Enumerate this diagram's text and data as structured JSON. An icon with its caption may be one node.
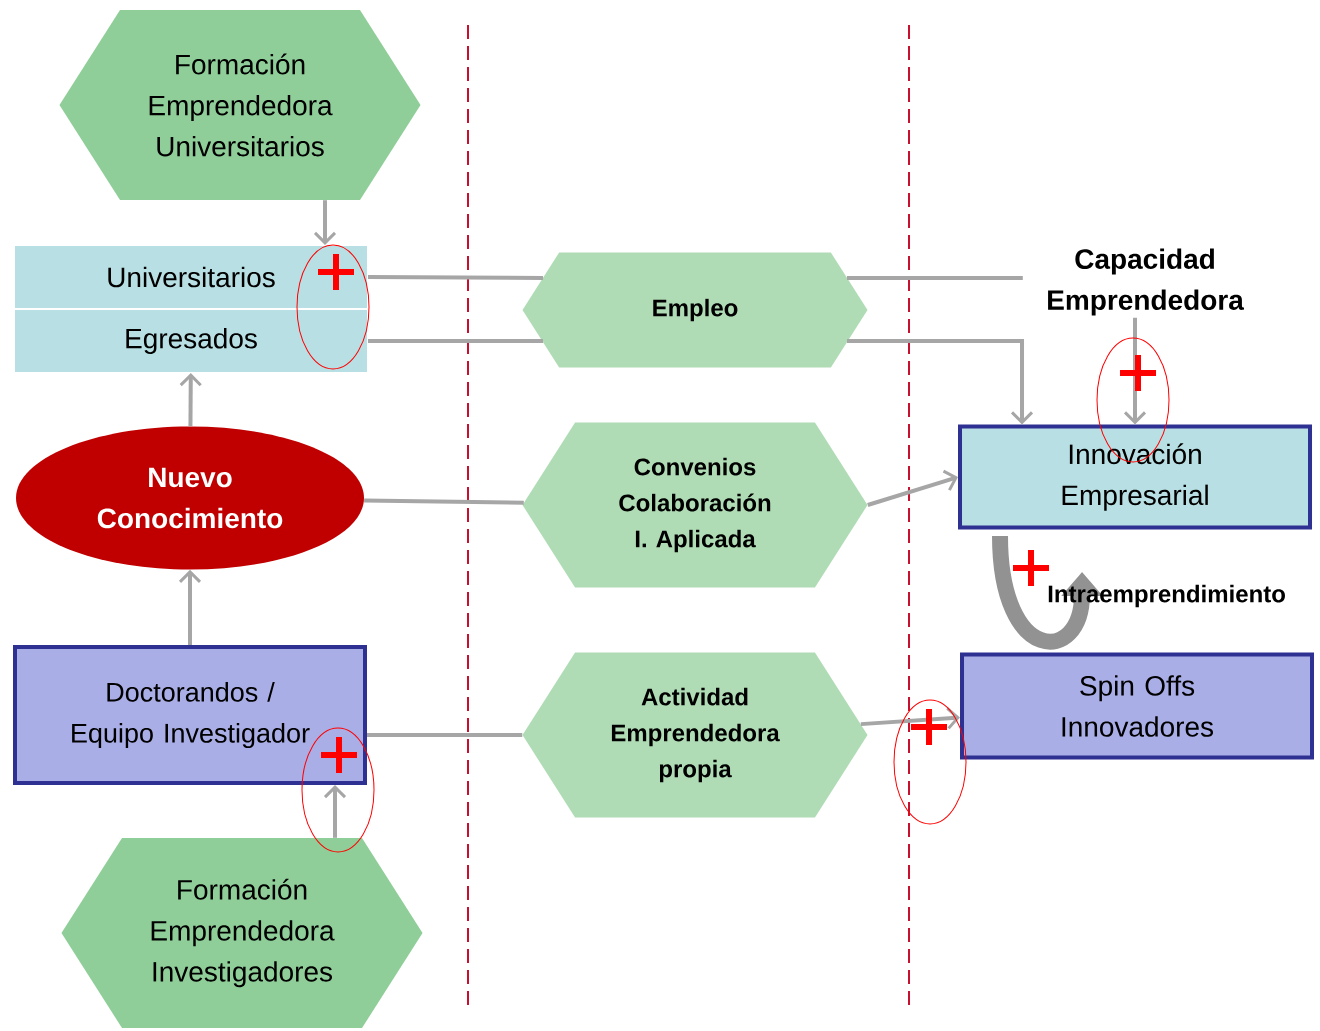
{
  "diagram": {
    "nodes": [
      {
        "text": [
          "Formación Emprendedora Universitarios"
        ]
      },
      {
        "text": [
          "Universitarios"
        ]
      },
      {
        "text": [
          "Egresados"
        ]
      },
      {
        "text": [
          "Nuevo Conocimiento"
        ]
      },
      {
        "text": [
          "Doctorandos / Equipo Investigador"
        ]
      },
      {
        "text": [
          "Formación Emprendedora Investigadores"
        ]
      },
      {
        "text": [
          "Empleo"
        ]
      },
      {
        "text": [
          "Convenios Colaboración I. Aplicada"
        ]
      },
      {
        "text": [
          "Actividad Emprendedora propia"
        ]
      },
      {
        "text": [
          "Capacidad Emprendedora"
        ]
      },
      {
        "text": [
          "Innovación Empresarial"
        ]
      },
      {
        "text": [
          "Spin Offs Innovadores"
        ]
      }
    ],
    "edges": [
      {
        "from": 0,
        "to": 1,
        "arrow": "to"
      },
      {
        "from": 1,
        "to": 6,
        "arrow": "none"
      },
      {
        "from": 6,
        "to": 9,
        "arrow": "none"
      },
      {
        "from": 2,
        "to": 6,
        "arrow": "none"
      },
      {
        "from": 6,
        "to": 10,
        "arrow": "to"
      },
      {
        "from": 9,
        "to": 10,
        "arrow": "to"
      },
      {
        "from": 3,
        "to": 2,
        "arrow": "to"
      },
      {
        "from": 4,
        "to": 3,
        "arrow": "to"
      },
      {
        "from": 5,
        "to": 4,
        "arrow": "to"
      },
      {
        "from": 3,
        "to": 7,
        "arrow": "none"
      },
      {
        "from": 7,
        "to": 10,
        "arrow": "to"
      },
      {
        "from": 4,
        "to": 8,
        "arrow": "none"
      },
      {
        "from": 8,
        "to": 11,
        "arrow": "to"
      }
    ],
    "labels": [
      "Intraemprendimiento"
    ]
  }
}
